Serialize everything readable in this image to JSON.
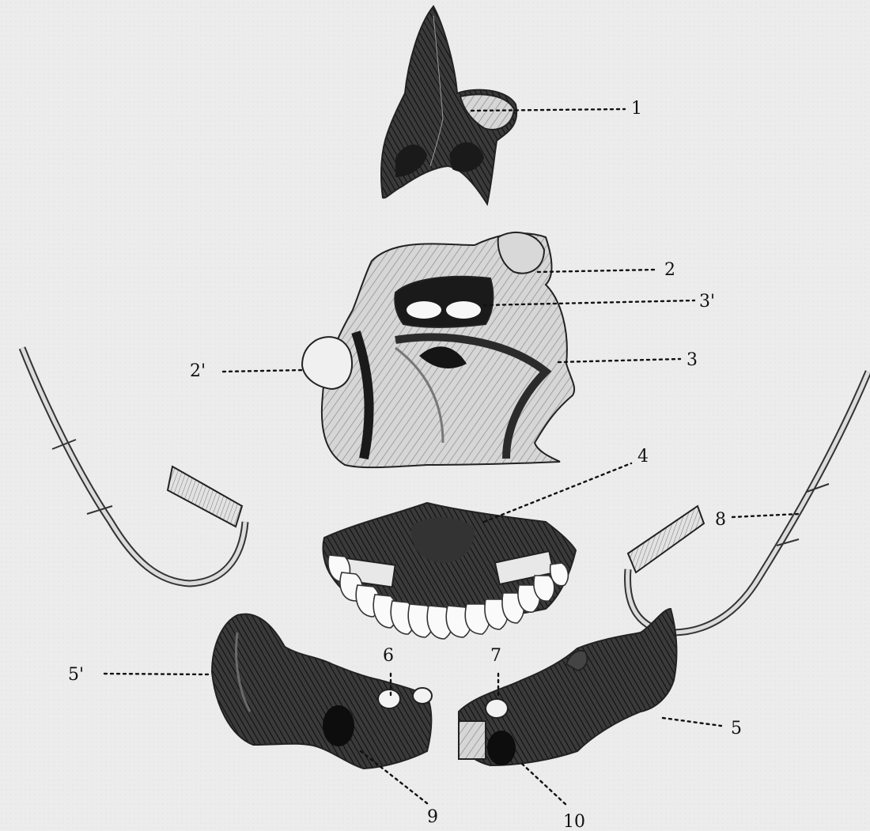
{
  "plate": {
    "background": "#ececec",
    "ink": "#111111",
    "labels": {
      "l1": "1",
      "l2": "2",
      "l2p": "2'",
      "l3": "3",
      "l3p": "3'",
      "l4": "4",
      "l5": "5",
      "l5p": "5'",
      "l6": "6",
      "l7": "7",
      "l8": "8",
      "l9": "9",
      "l10": "10"
    }
  }
}
